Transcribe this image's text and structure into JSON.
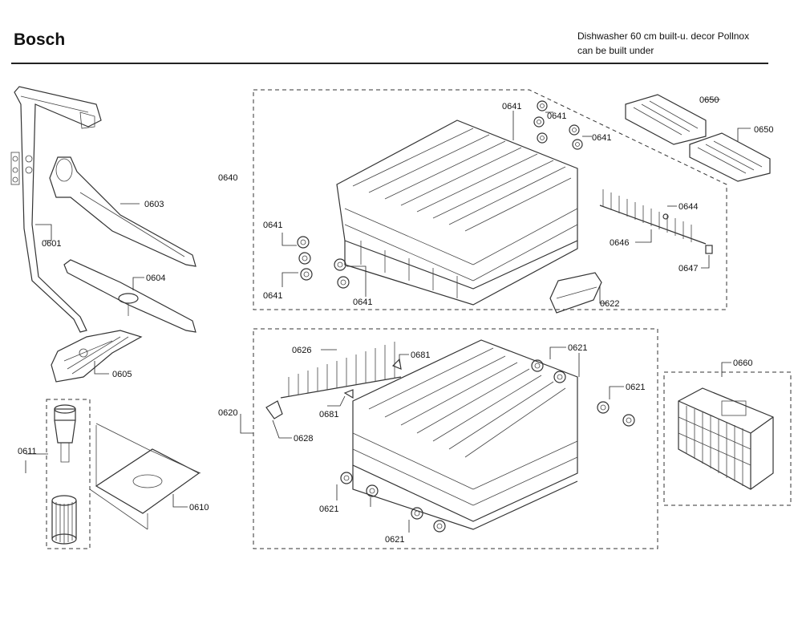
{
  "header": {
    "brand": "Bosch",
    "description_line1": "Dishwasher 60 cm built-u. decor Pollnox",
    "description_line2": "can be built under"
  },
  "part_labels": {
    "p0601": "0601",
    "p0603": "0603",
    "p0604": "0604",
    "p0605": "0605",
    "p0610": "0610",
    "p0611": "0611",
    "p0620": "0620",
    "p0621": "0621",
    "p0622": "0622",
    "p0626": "0626",
    "p0628": "0628",
    "p0640": "0640",
    "p0641": "0641",
    "p0644": "0644",
    "p0646": "0646",
    "p0647": "0647",
    "p0650": "0650",
    "p0660": "0660",
    "p0681": "0681"
  }
}
